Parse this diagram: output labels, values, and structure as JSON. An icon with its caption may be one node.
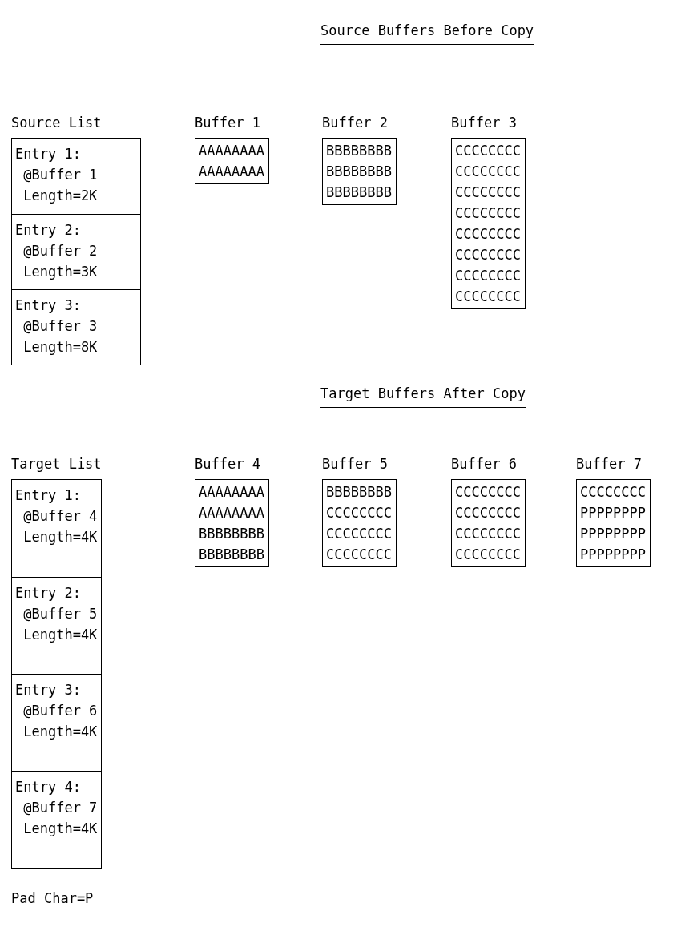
{
  "diagram": {
    "nodes": [
      {
        "text": [
          "Source List"
        ]
      },
      {
        "text": [
          "Entry 1:",
          "@Buffer 1",
          "Length=2K"
        ],
        "in": 0
      },
      {
        "text": [
          "Entry 2:",
          "@Buffer 2",
          "Length=3K"
        ],
        "in": 0
      },
      {
        "text": [
          "Entry 3:",
          "@Buffer 3",
          "Length=8K"
        ],
        "in": 0
      },
      {
        "text": [
          "Buffer 1",
          "AAAAAAAA AAAAAAAA"
        ]
      },
      {
        "text": [
          "Buffer 2",
          "BBBBBBBB BBBBBBBB BBBBBBBB"
        ]
      },
      {
        "text": [
          "Buffer 3",
          "CCCCCCCC CCCCCCCC CCCCCCCC CCCCCCCC CCCCCCCC CCCCCCCC CCCCCCCC CCCCCCCC"
        ]
      },
      {
        "text": [
          "Target List"
        ]
      },
      {
        "text": [
          "Entry 1:",
          "@Buffer 4",
          "Length=4K"
        ],
        "in": 7
      },
      {
        "text": [
          "Entry 2:",
          "@Buffer 5",
          "Length=4K"
        ],
        "in": 7
      },
      {
        "text": [
          "Entry 3:",
          "@Buffer 6",
          "Length=4K"
        ],
        "in": 7
      },
      {
        "text": [
          "Entry 4:",
          "@Buffer 7",
          "Length=4K"
        ],
        "in": 7
      },
      {
        "text": [
          "Buffer 4",
          "AAAAAAAA AAAAAAAA BBBBBBBB BBBBBBBB"
        ]
      },
      {
        "text": [
          "Buffer 5",
          "BBBBBBBB CCCCCCCC CCCCCCCC CCCCCCCC"
        ]
      },
      {
        "text": [
          "Buffer 6",
          "CCCCCCCC CCCCCCCC CCCCCCCC CCCCCCCC"
        ]
      },
      {
        "text": [
          "Buffer 7",
          "CCCCCCCC PPPPPPPP PPPPPPPP PPPPPPPP"
        ]
      }
    ],
    "edges": [],
    "labels": [
      "Source Buffers Before Copy",
      "Target Buffers After Copy",
      "Pad Char=P"
    ]
  }
}
